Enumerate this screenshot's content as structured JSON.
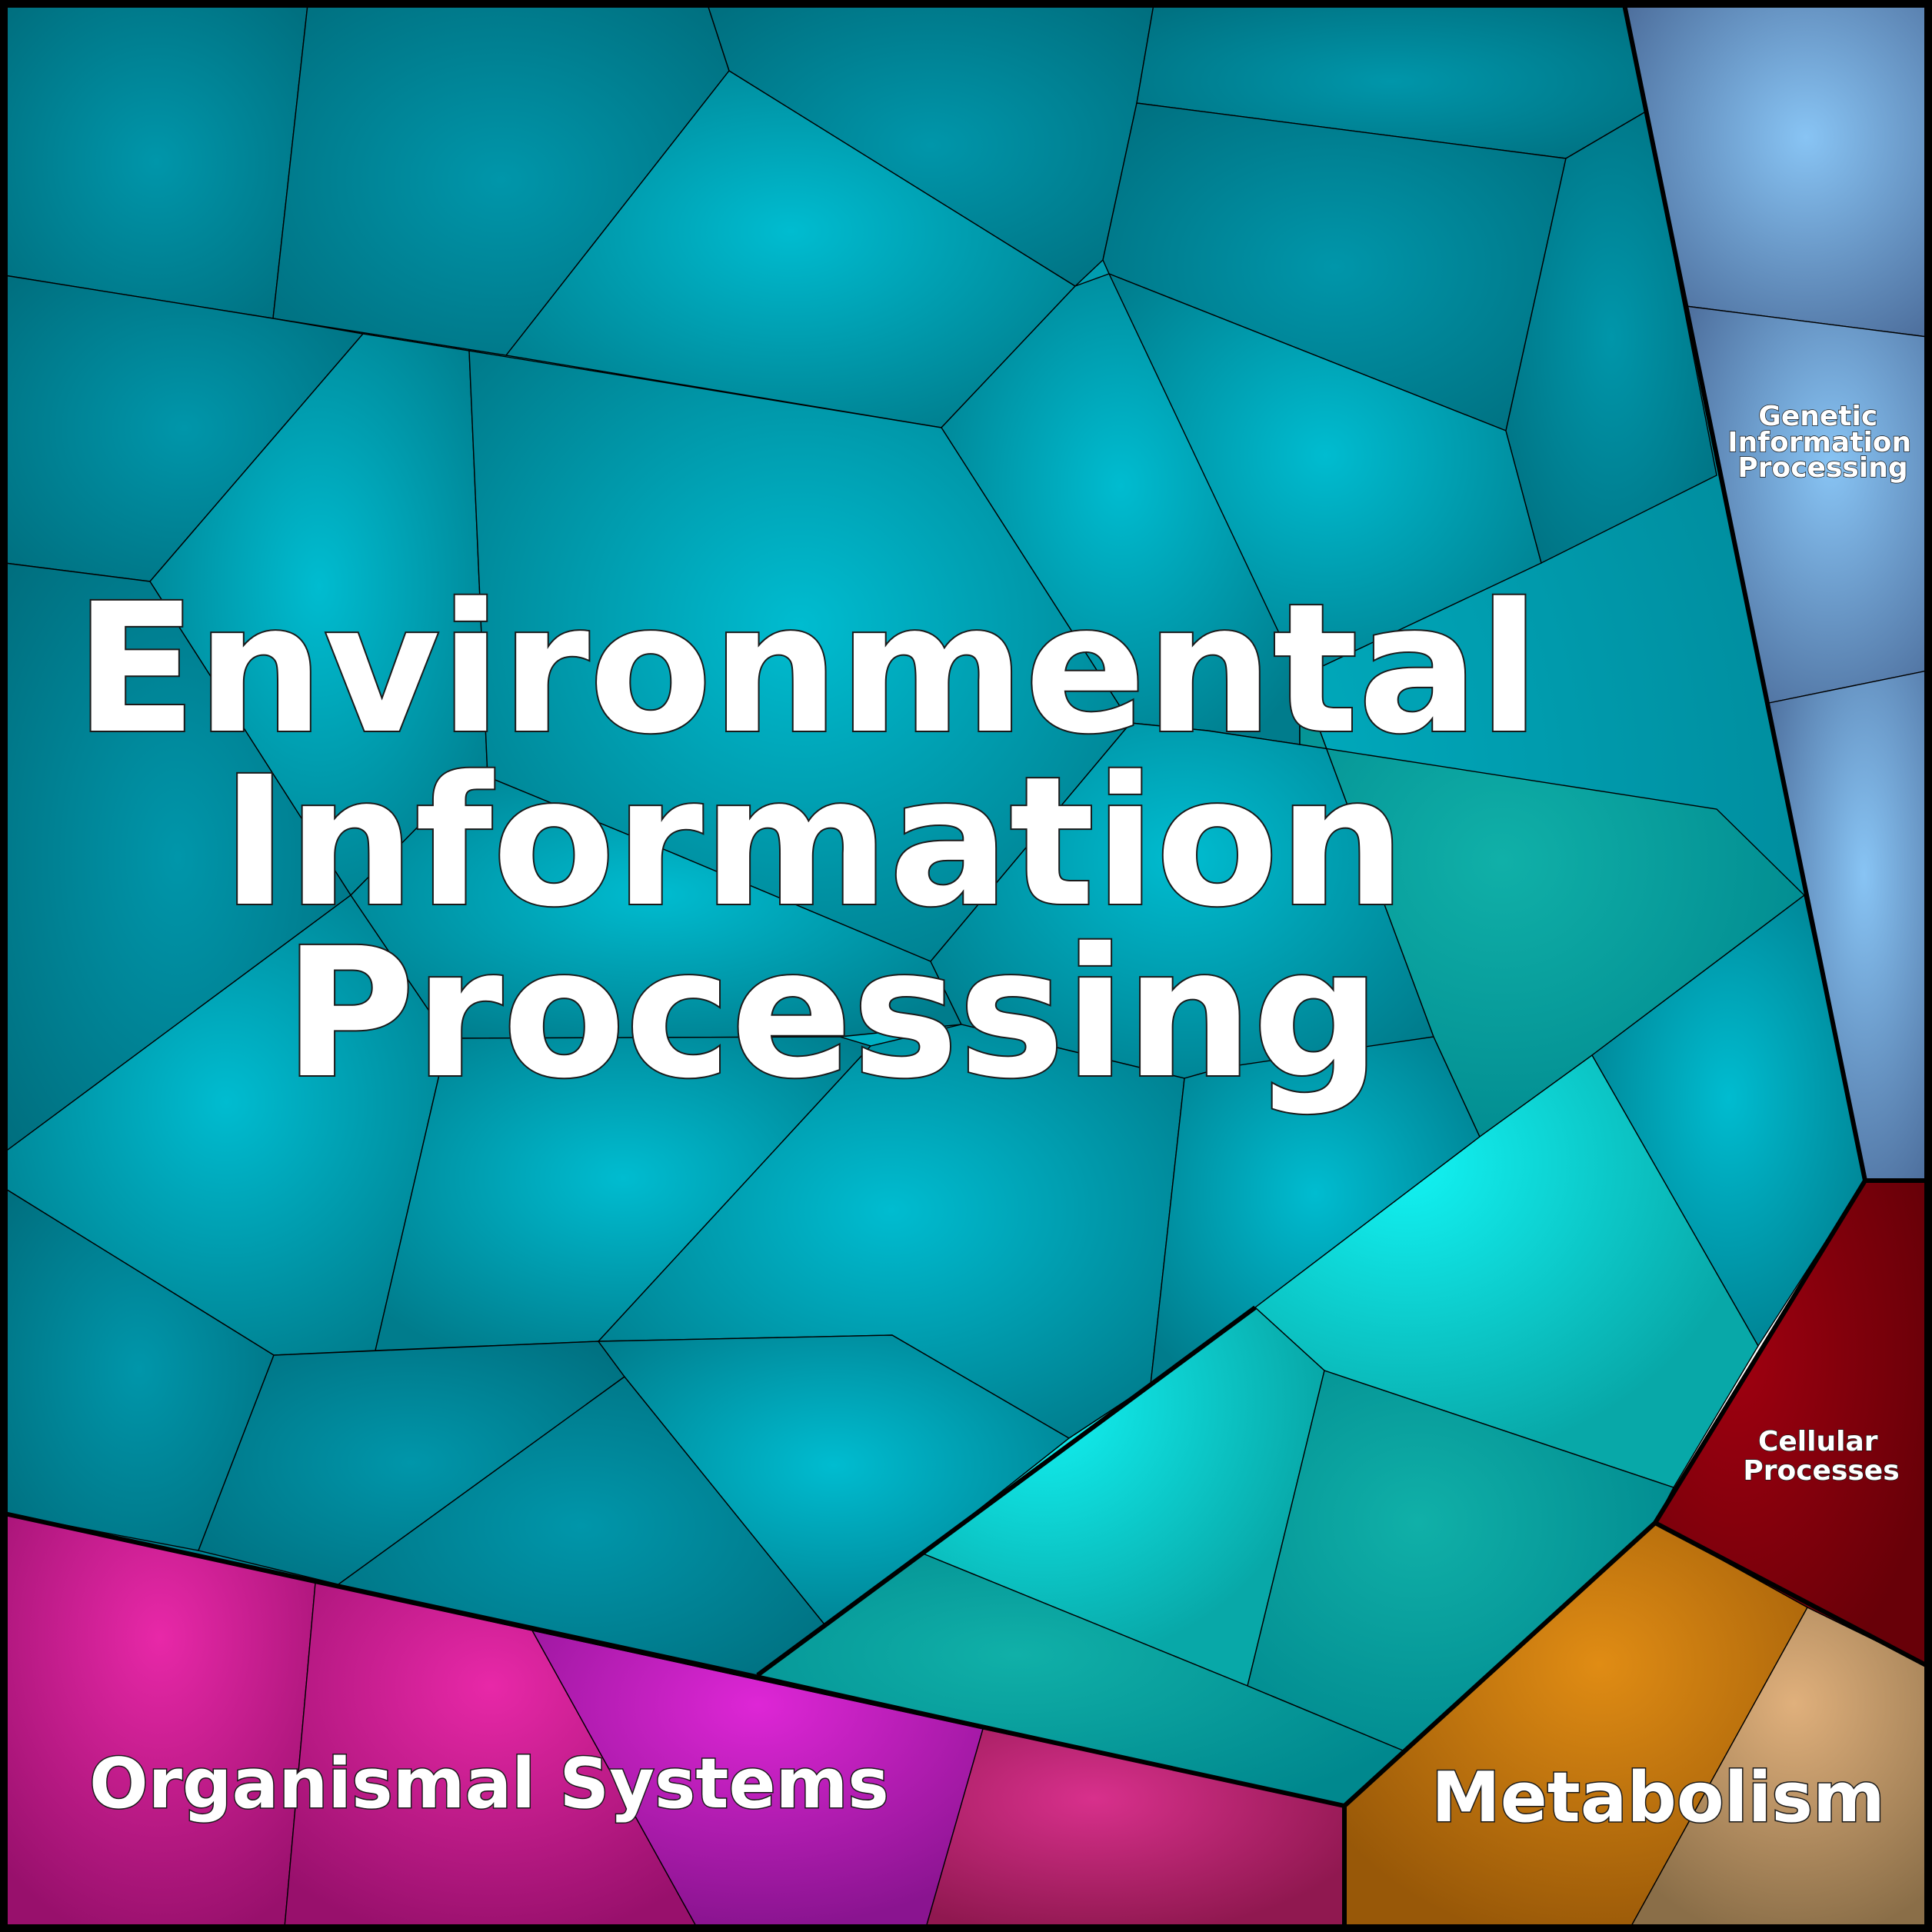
{
  "labels": {
    "environmental": [
      "Environmental",
      "Information",
      "Processing"
    ],
    "genetic": [
      "Genetic",
      "Information",
      "Processing"
    ],
    "cellular": [
      "Cellular",
      "Processes"
    ],
    "organismal": [
      "Organismal Systems"
    ],
    "metabolism": [
      "Metabolism"
    ]
  },
  "colors": {
    "environmental": "#00a0b4",
    "environmental_light": "#10f0f0",
    "genetic": "#6a90c0",
    "cellular": "#8a0010",
    "organismal_magenta": "#c02080",
    "organismal_purple": "#b020b0",
    "metabolism": "#b07010",
    "metabolism_tan": "#b08860",
    "border": "#000000"
  }
}
